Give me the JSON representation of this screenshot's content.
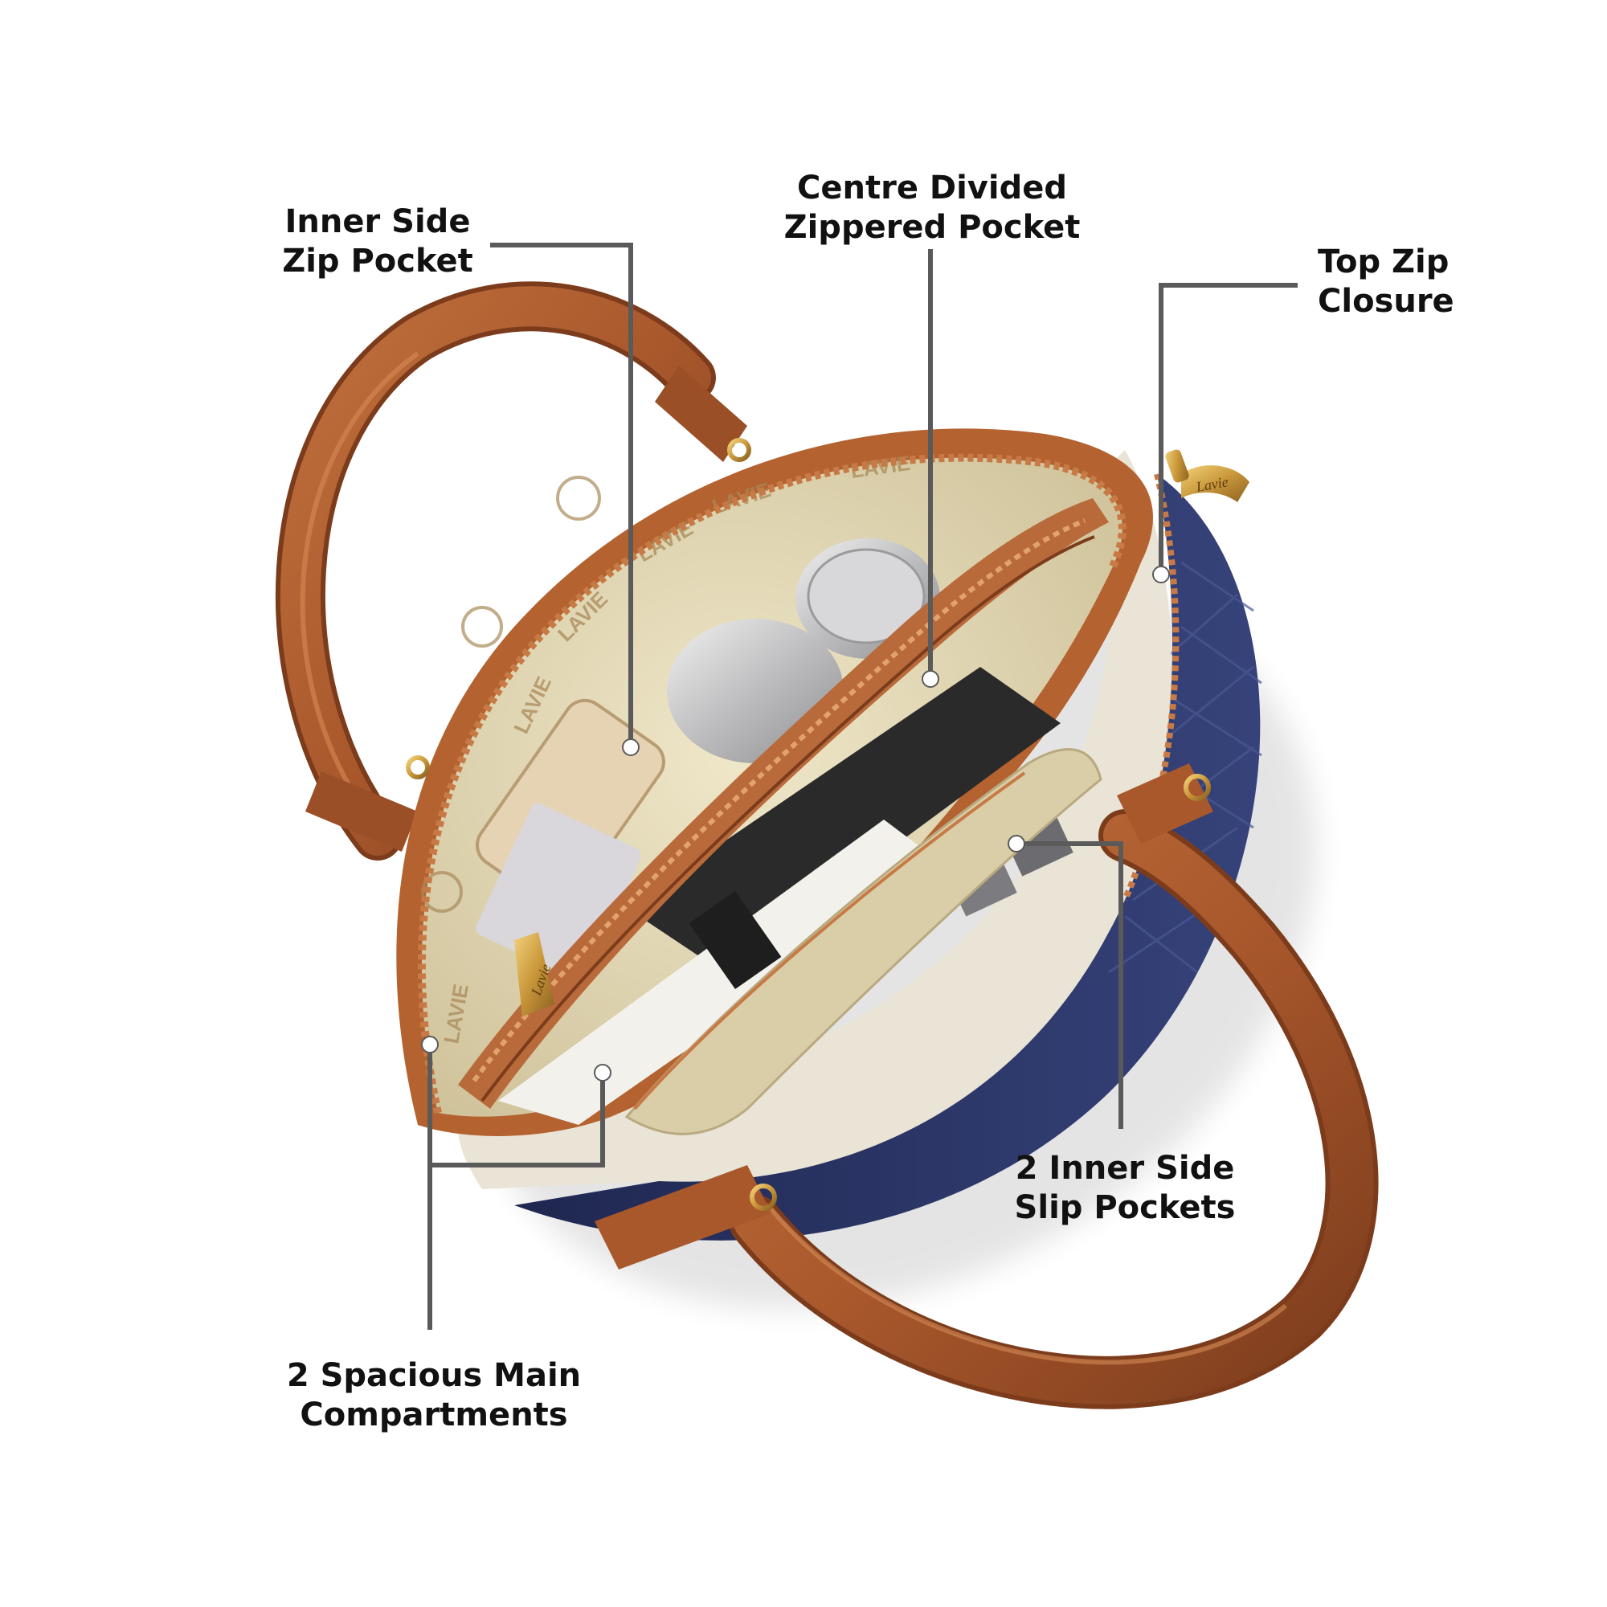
{
  "colors": {
    "background": "#ffffff",
    "leader_line": "#5a5a5a",
    "dot": "#ffffff",
    "strap_tan": "#a9582c",
    "strap_dark": "#7c3c1c",
    "lining_beige": "#e5dcbd",
    "lining_dark": "#cfc29a",
    "body_navy": "#2c3768",
    "body_cream": "#e9e4d6",
    "zip_teeth": "#b86a3a",
    "metal_gold": "#c9973a",
    "metal_silver": "#c7c7c9",
    "black_item": "#1e1e1e"
  },
  "lining_brand_text": "LAVIE",
  "zipper_pull_brand": "Lavie",
  "callouts": [
    {
      "id": "inner-side-zip-pocket",
      "lines": [
        "Inner Side",
        "Zip Pocket"
      ]
    },
    {
      "id": "centre-divided-zippered-pocket",
      "lines": [
        "Centre Divided",
        "Zippered Pocket"
      ]
    },
    {
      "id": "top-zip-closure",
      "lines": [
        "Top Zip",
        "Closure"
      ]
    },
    {
      "id": "two-inner-side-slip-pockets",
      "lines": [
        "2 Inner Side",
        "Slip Pockets"
      ]
    },
    {
      "id": "two-spacious-main-compartments",
      "lines": [
        "2 Spacious Main",
        "Compartments"
      ]
    }
  ]
}
